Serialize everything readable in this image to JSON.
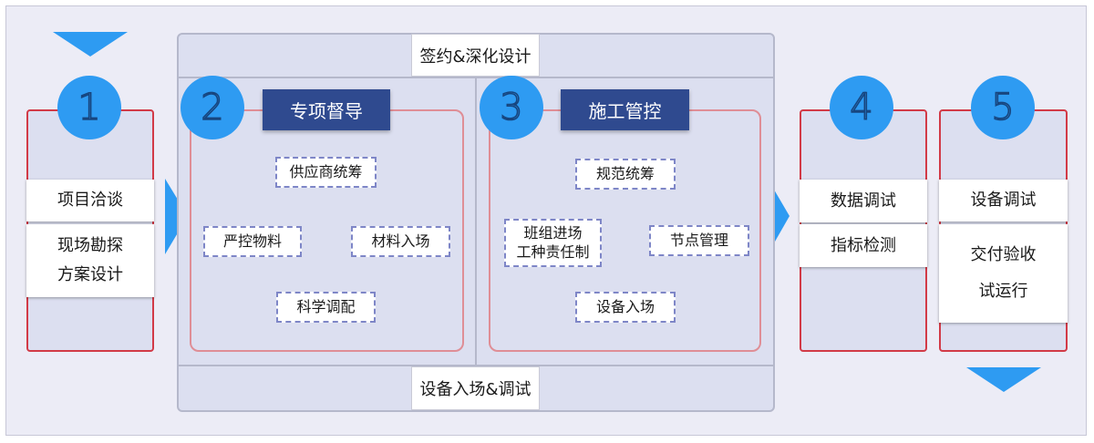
{
  "steps": {
    "step1": {
      "number": "1",
      "items": [
        "项目洽谈",
        "现场勘探",
        "方案设计"
      ]
    },
    "step2": {
      "number": "2",
      "title": "专项督导",
      "top": "供应商统筹",
      "left": "严控物料",
      "right": "材料入场",
      "bottom": "科学调配"
    },
    "step3": {
      "number": "3",
      "title": "施工管控",
      "top": "规范统筹",
      "left": [
        "班组进场",
        "工种责任制"
      ],
      "right": "节点管理",
      "bottom": "设备入场"
    },
    "step4": {
      "number": "4",
      "items": [
        "数据调试",
        "指标检测"
      ]
    },
    "step5": {
      "number": "5",
      "items": [
        "设备调试",
        "交付验收",
        "试运行"
      ]
    }
  },
  "center": {
    "top_label": "签约&深化设计",
    "bottom_label": "设备入场&调试"
  },
  "colors": {
    "accent_blue": "#2e9bf2",
    "banner_navy": "#2f4a8f",
    "side_border_red": "#d23a47",
    "inner_frame_pink": "#df8e96",
    "dashed_border": "#7e86c7",
    "panel_bg": "#dcdff0"
  }
}
